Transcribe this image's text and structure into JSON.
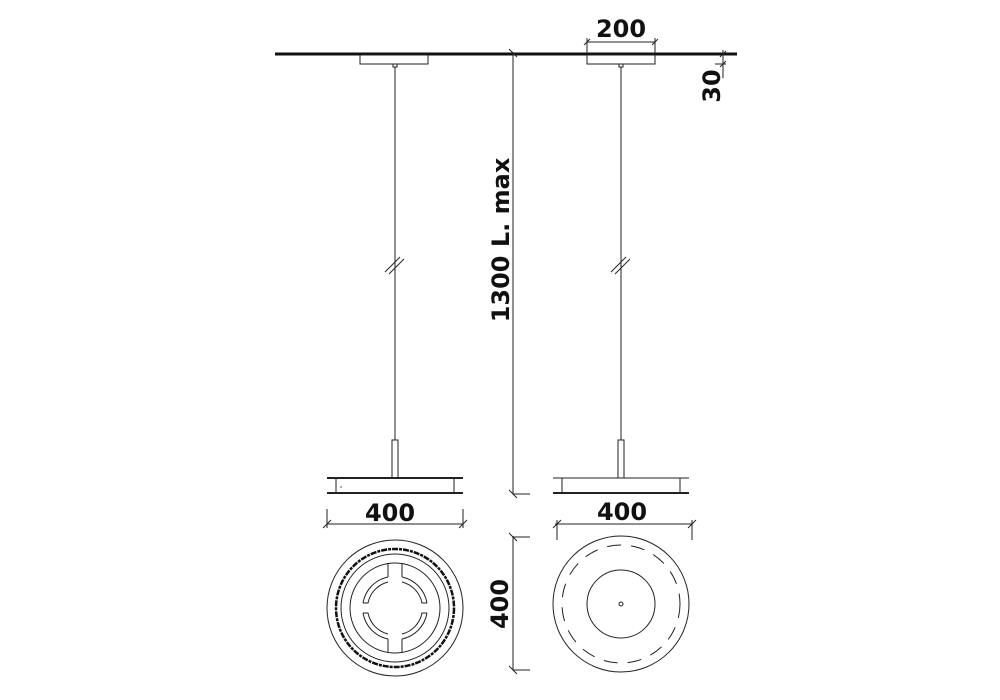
{
  "dimensions": {
    "canopy_width": "200",
    "canopy_height": "30",
    "max_length": "1300 L. max",
    "diameter_side_left": "400",
    "diameter_side_right": "400",
    "diameter_plan": "400"
  },
  "colors": {
    "line": "#222222",
    "background": "#ffffff"
  }
}
